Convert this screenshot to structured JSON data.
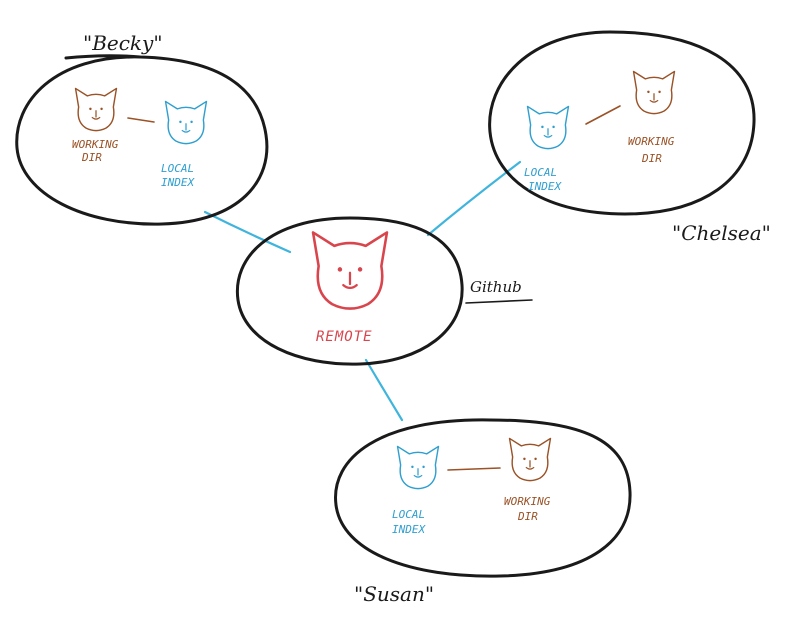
{
  "colors": {
    "outline": "#1a1a1a",
    "local_index": "#2f9fd0",
    "working_dir": "#9a5226",
    "remote": "#d9454d",
    "link": "#3fb4dc"
  },
  "icons": {
    "remote": "cat-face-icon",
    "local_index": "cat-face-icon",
    "working_dir": "cat-face-icon"
  },
  "people": {
    "becky": "\"Becky\"",
    "chelsea": "\"Chelsea\"",
    "susan": "\"Susan\""
  },
  "remote": {
    "host": "Github",
    "label": "REMOTE"
  },
  "labels": {
    "becky": {
      "working_dir": [
        "WORKING",
        "DIR"
      ],
      "local_index": [
        "LOCAL",
        "INDEX"
      ]
    },
    "chelsea": {
      "local_index": [
        "LOCAL",
        "INDEX"
      ],
      "working_dir": [
        "WORKING",
        "DIR"
      ]
    },
    "susan": {
      "local_index": [
        "LOCAL",
        "INDEX"
      ],
      "working_dir": [
        "WORKING",
        "DIR"
      ]
    }
  }
}
